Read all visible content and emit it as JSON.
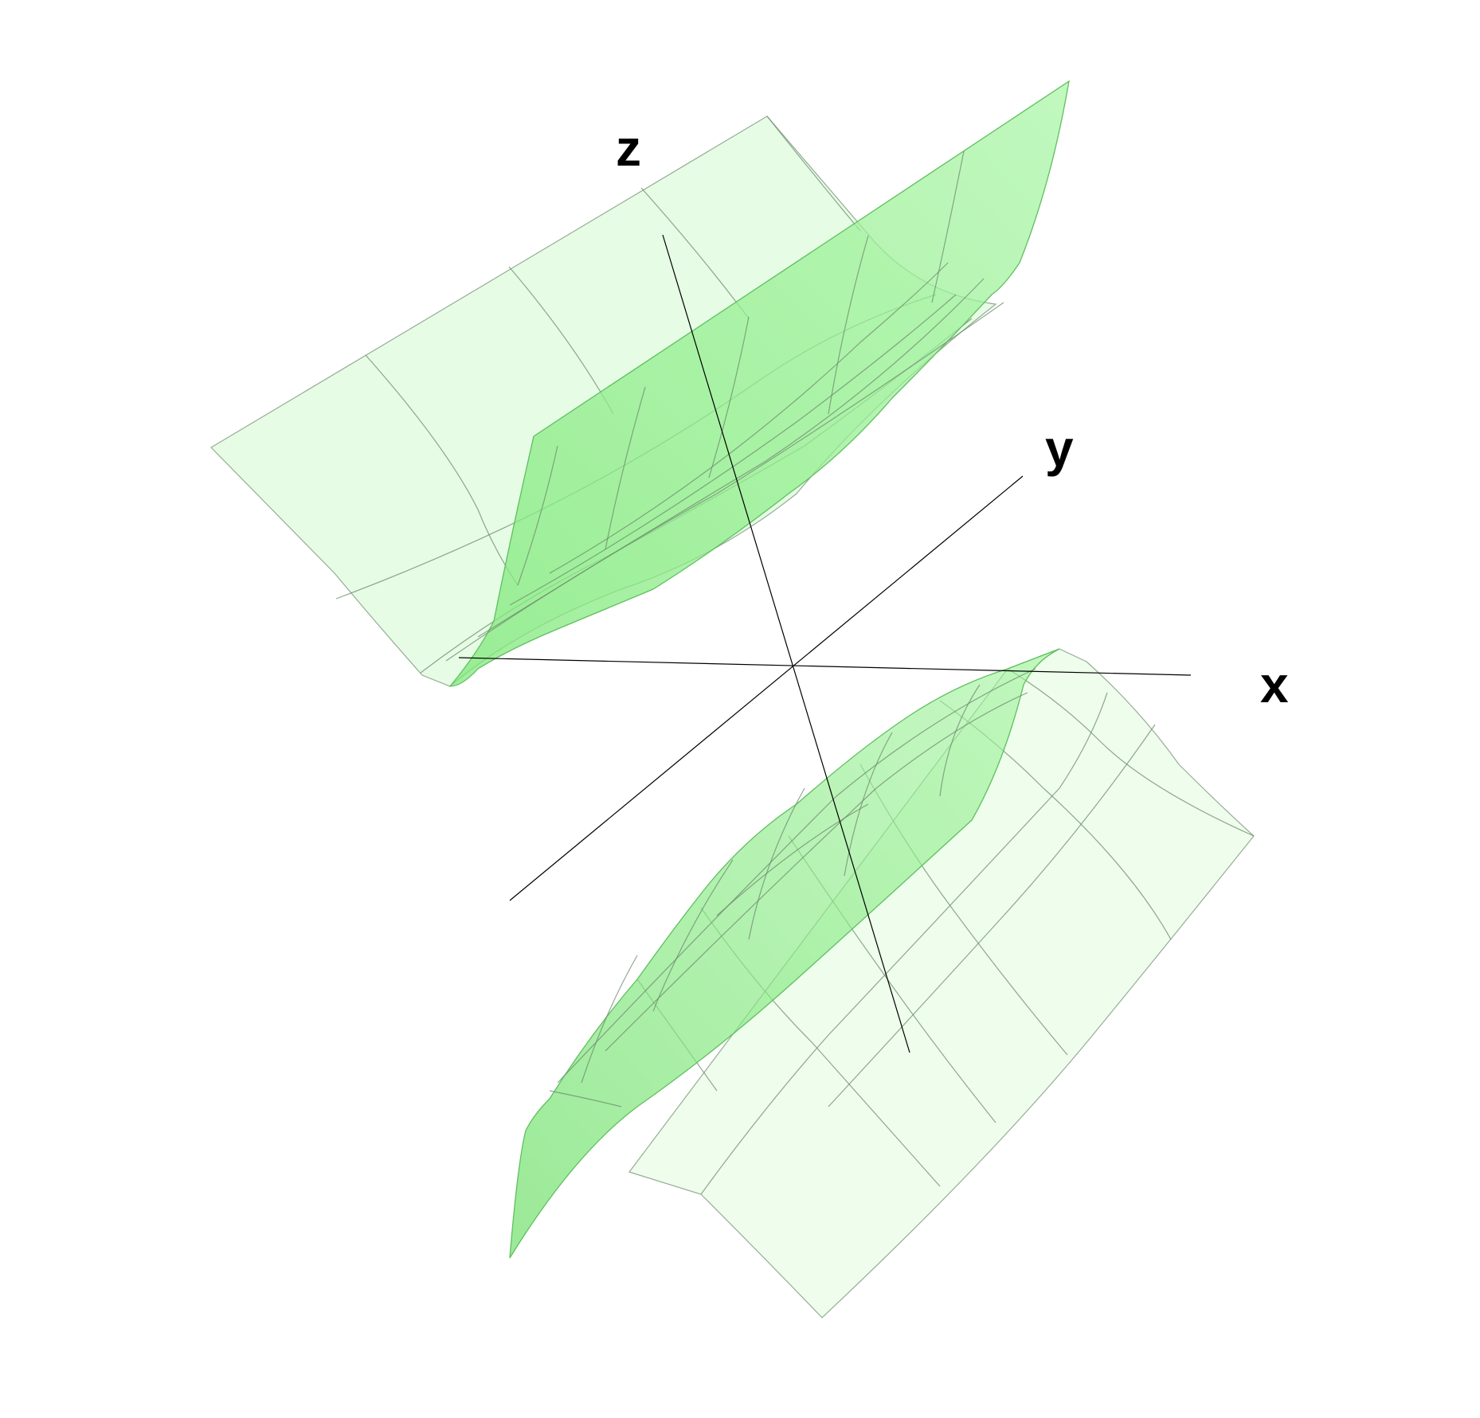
{
  "figure": {
    "axis_labels": {
      "x": "x",
      "y": "y",
      "z": "z"
    },
    "colors": {
      "surface_front": "#8ef08a",
      "surface_back": "#d9fbd7",
      "surface_edge": "#5fbf5f",
      "grid": "#6f8a6f",
      "axis": "#000000"
    }
  }
}
